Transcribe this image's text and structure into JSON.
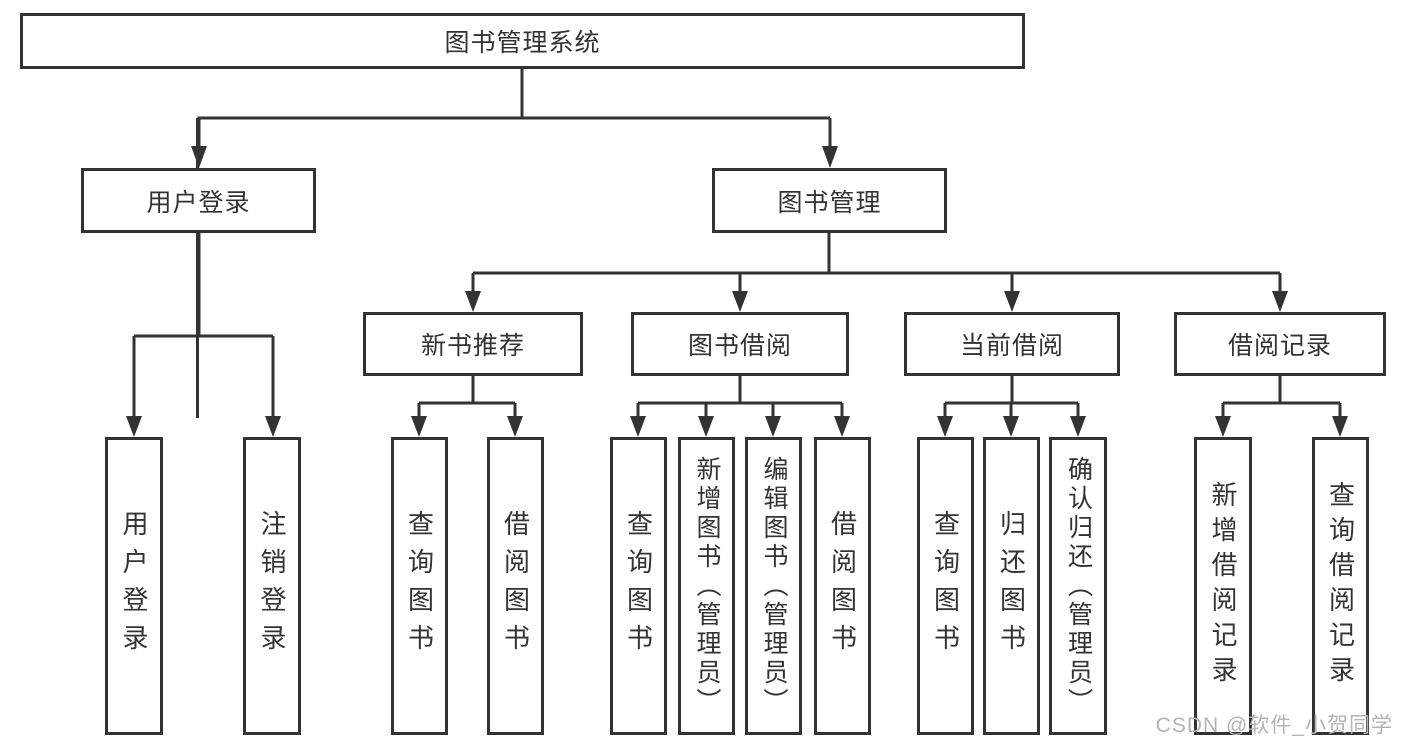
{
  "diagram": {
    "root": {
      "label": "图书管理系统"
    },
    "user_login": {
      "label": "用户登录",
      "children": {
        "login": {
          "label": "用户登录"
        },
        "logout": {
          "label": "注销登录"
        }
      }
    },
    "book_mgmt": {
      "label": "图书管理",
      "children": {
        "new_book_rec": {
          "label": "新书推荐",
          "children": {
            "query_book": {
              "label": "查询图书"
            },
            "borrow_book": {
              "label": "借阅图书"
            }
          }
        },
        "book_borrow": {
          "label": "图书借阅",
          "children": {
            "query_book": {
              "label": "查询图书"
            },
            "add_book": {
              "label": "新增图书（管理员）"
            },
            "edit_book": {
              "label": "编辑图书（管理员）"
            },
            "borrow_book": {
              "label": "借阅图书"
            }
          }
        },
        "current_borrow": {
          "label": "当前借阅",
          "children": {
            "query_book": {
              "label": "查询图书"
            },
            "return_book": {
              "label": "归还图书"
            },
            "confirm_return": {
              "label": "确认归还（管理员）"
            }
          }
        },
        "borrow_record": {
          "label": "借阅记录",
          "children": {
            "add_record": {
              "label": "新增借阅记录"
            },
            "query_record": {
              "label": "查询借阅记录"
            }
          }
        }
      }
    }
  },
  "watermark": {
    "text": "CSDN @软件_小贺同学"
  },
  "colors": {
    "line": "#333333",
    "border": "#333333",
    "text": "#333333",
    "watermark": "#b4b4b4",
    "background": "#ffffff"
  }
}
